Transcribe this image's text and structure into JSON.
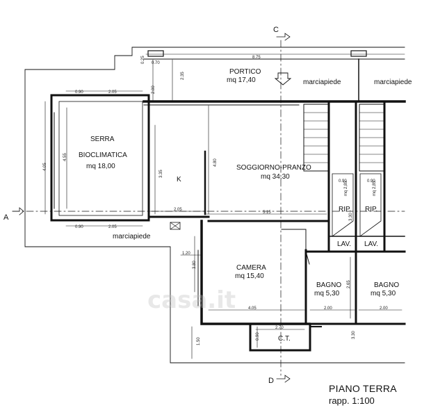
{
  "sections": {
    "c_top": "C",
    "d_bottom": "D",
    "a_left": "A"
  },
  "rooms": {
    "portico": {
      "name": "PORTICO",
      "area": "mq 17,40"
    },
    "serra": {
      "line1": "SERRA",
      "line2": "BIOCLIMATICA",
      "area": "mq 18,00"
    },
    "soggiorno": {
      "name": "SOGGIORNO-PRANZO",
      "area": "mq 34,30"
    },
    "kitchen": "K",
    "camera": {
      "name": "CAMERA",
      "area": "mq 15,40"
    },
    "bagno1": {
      "name": "BAGNO",
      "area": "mq 5,30"
    },
    "bagno2": {
      "name": "BAGNO",
      "area": "mq 5,30"
    },
    "rip1": "RIP.",
    "rip2": "RIP.",
    "lav1": "LAV.",
    "lav2": "LAV.",
    "ct": "C.T.",
    "marciapiede_top1": "marciapiede",
    "marciapiede_top2": "marciapiede",
    "marciapiede_bottom": "marciapiede"
  },
  "dimensions": {
    "d875": "8.75",
    "d070": "0.70",
    "d025": "0.25",
    "d200": "2.00",
    "d235": "2.35",
    "d090a": "0.90",
    "d205a": "2.05",
    "d090b": "0.90",
    "d205b": "2.05",
    "d405": "4.05",
    "d455": "4.55",
    "d335": "3.35",
    "d480": "4.80",
    "d205c": "2.05",
    "d515": "5.15",
    "d090c": "0.90",
    "d285a": "mq 2,85",
    "d090d": "0.90",
    "d285b": "mq 2,85",
    "d330a": "3.30",
    "d330b": "3.30",
    "d120": "1.20",
    "d380": "3.80",
    "d405b": "4.05",
    "d265": "2.65",
    "d200b": "2.00",
    "d200c": "2.00",
    "d270": "2.70",
    "d090e": "0.90",
    "d150": "1.50"
  },
  "title": {
    "name": "PIANO TERRA",
    "scale": "rapp. 1:100"
  },
  "watermark": "casa.it"
}
